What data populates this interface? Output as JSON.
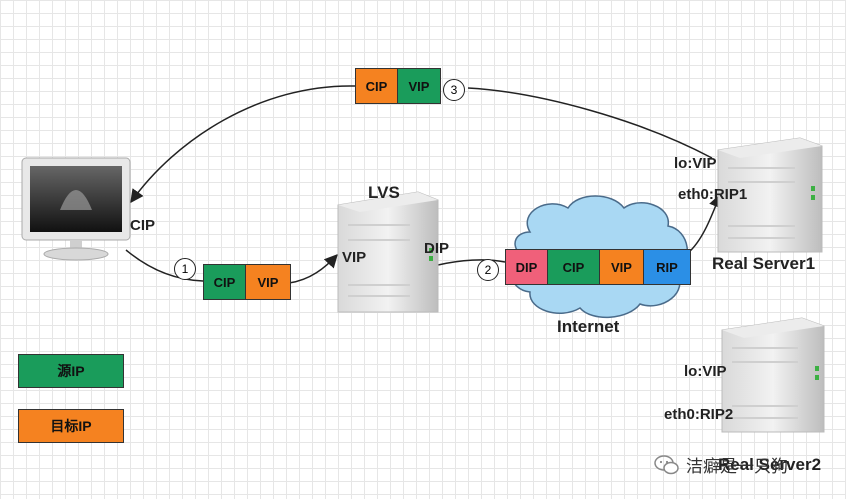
{
  "colors": {
    "green": "#1a9c5b",
    "orange": "#f58220",
    "red": "#f0607a",
    "blue": "#2b8fe6",
    "cloud": "#a9d8f3"
  },
  "client": {
    "ip_label": "CIP",
    "icon": "monitor-icon"
  },
  "lvs": {
    "title": "LVS",
    "vip_label": "VIP",
    "dip_label": "DIP",
    "icon": "server-icon"
  },
  "internet": {
    "label": "Internet",
    "icon": "cloud-icon"
  },
  "real_server1": {
    "name": "Real Server1",
    "lo_label": "lo:VIP",
    "eth_label": "eth0:RIP1"
  },
  "real_server2": {
    "name": "Real Server2",
    "lo_label": "lo:VIP",
    "eth_label": "eth0:RIP2"
  },
  "packets": {
    "p1": {
      "step": "1",
      "fields": [
        {
          "text": "CIP",
          "color": "green"
        },
        {
          "text": "VIP",
          "color": "orange"
        }
      ]
    },
    "p2": {
      "step": "2",
      "fields": [
        {
          "text": "DIP",
          "color": "red"
        },
        {
          "text": "CIP",
          "color": "green"
        },
        {
          "text": "VIP",
          "color": "orange"
        },
        {
          "text": "RIP",
          "color": "blue"
        }
      ]
    },
    "p3": {
      "step": "3",
      "fields": [
        {
          "text": "CIP",
          "color": "orange"
        },
        {
          "text": "VIP",
          "color": "green"
        }
      ]
    }
  },
  "legend": {
    "source": {
      "label": "源IP",
      "color": "green"
    },
    "dest": {
      "label": "目标IP",
      "color": "orange"
    }
  },
  "watermark": {
    "text": "洁癖是一只狗",
    "icon": "wechat-icon"
  }
}
